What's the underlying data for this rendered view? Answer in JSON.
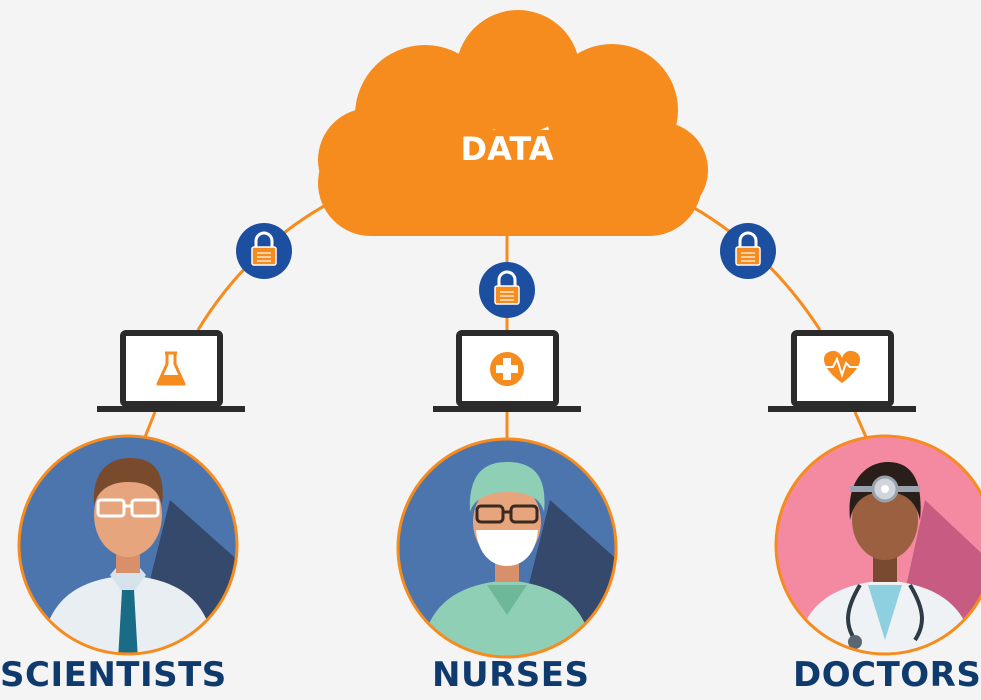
{
  "cloud": {
    "label": "DATA"
  },
  "roles": [
    {
      "label": "SCIENTISTS",
      "screen_icon": "flask-icon"
    },
    {
      "label": "NURSES",
      "screen_icon": "medical-cross-icon"
    },
    {
      "label": "DOCTORS",
      "screen_icon": "heartbeat-icon"
    }
  ],
  "lock_icon": "padlock-icon",
  "colors": {
    "background": "#f4f4f4",
    "accent": "#f68b1e",
    "navy": "#0f3a6e",
    "lock_badge": "#1c4fa0",
    "laptop": "#2b2b2b"
  }
}
